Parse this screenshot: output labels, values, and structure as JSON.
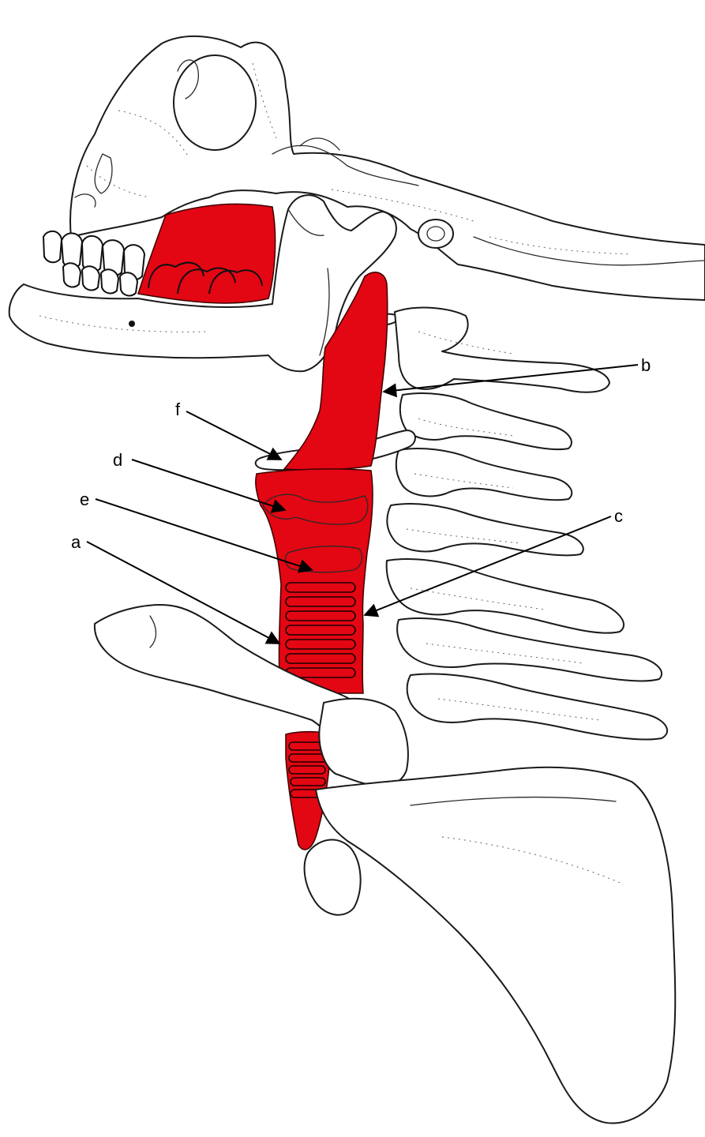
{
  "figure": {
    "highlight_color": "#e30613",
    "line_color": "#1a1a1a",
    "background": "#ffffff"
  },
  "labels": {
    "a": "a",
    "b": "b",
    "c": "c",
    "d": "d",
    "e": "e",
    "f": "f"
  }
}
